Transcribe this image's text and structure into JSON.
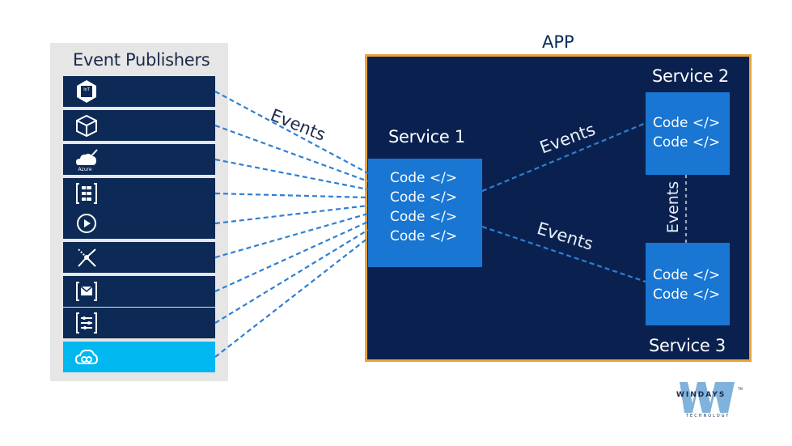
{
  "publishers": {
    "title": "Event Publishers",
    "items": [
      {
        "icon": "iot-chip-icon",
        "label": "IoT"
      },
      {
        "icon": "cube-icon"
      },
      {
        "icon": "azure-cloud-brush-icon",
        "label": "Azure"
      },
      {
        "icon": "bracket-list-icon"
      },
      {
        "icon": "media-play-icon"
      },
      {
        "icon": "network-arrows-icon"
      },
      {
        "icon": "mail-envelope-icon"
      },
      {
        "icon": "sliders-icon"
      },
      {
        "icon": "cloud-link-icon",
        "active": true
      }
    ]
  },
  "app": {
    "title": "APP",
    "service1": {
      "title": "Service 1",
      "code": [
        "Code </>",
        "Code </>",
        "Code </>",
        "Code </>"
      ]
    },
    "service2": {
      "title": "Service 2",
      "code": [
        "Code </>",
        "Code </>"
      ]
    },
    "service3": {
      "title": "Service 3",
      "code": [
        "Code </>",
        "Code </>"
      ]
    },
    "events_vertical": "Events"
  },
  "events_labels": {
    "to_service1": "Events",
    "to_service2": "Events",
    "to_service3": "Events"
  },
  "logo": {
    "brand": "WINDAYS",
    "sub": "TECHNOLOGY",
    "tm": "TM"
  },
  "colors": {
    "navy": "#0a2150",
    "accent_orange": "#e8a33a",
    "code_blue": "#1976d2",
    "active_cyan": "#00b7f0",
    "dash_blue": "#2f7fd1"
  }
}
